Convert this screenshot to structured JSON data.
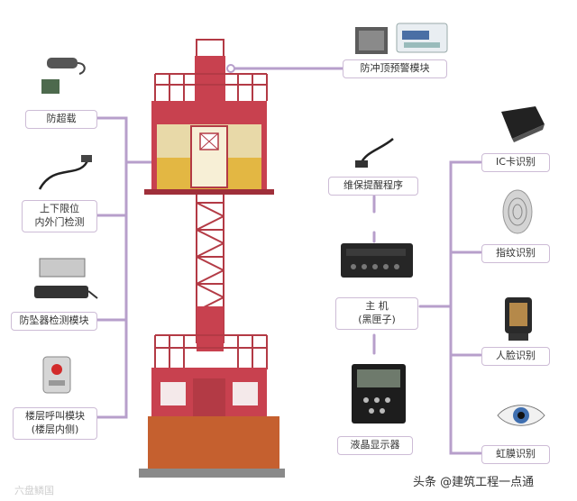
{
  "labels": {
    "anti_top": "防冲顶预警模块",
    "overload": "防超载",
    "limit_line1": "上下限位",
    "limit_line2": "内外门检测",
    "fall_protect": "防坠器检测模块",
    "floor_call_line1": "楼层呼叫模块",
    "floor_call_line2": "(楼层内侧)",
    "maintenance": "维保提醒程序",
    "host_line1": "主 机",
    "host_line2": "(黑匣子)",
    "lcd": "液晶显示器",
    "ic_card": "IC卡识别",
    "fingerprint": "指纹识别",
    "face": "人脸识别",
    "iris": "虹膜识别"
  },
  "watermarks": {
    "bottom_left": "六盘鳞国",
    "bottom_right": "头条 @建筑工程一点通"
  },
  "colors": {
    "connector": "#b79fcb",
    "cab_red": "#c8414f",
    "cab_yellow": "#e3b743",
    "mast": "#b33a45",
    "base": "#c5602f"
  }
}
